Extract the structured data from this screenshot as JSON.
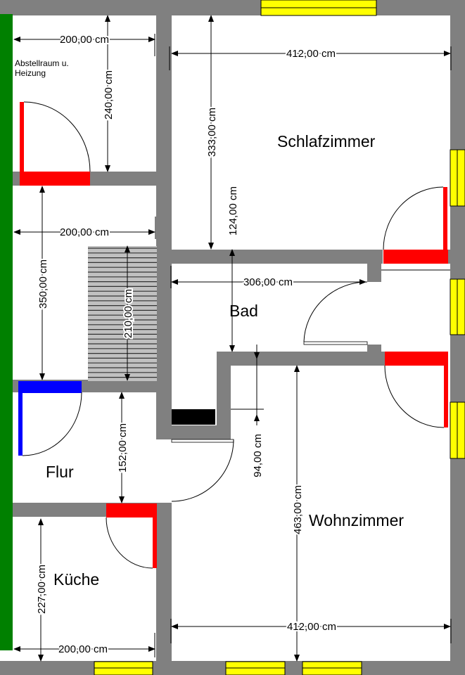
{
  "colors": {
    "wall": "#808080",
    "exterior_wall": "#008000",
    "door": "#ff0000",
    "front_door": "#0000ff",
    "window": "#ffff00",
    "stairs": "#c0c0c0",
    "chimney": "#000000"
  },
  "rooms": {
    "abstellraum_line1": "Abstellraum u.",
    "abstellraum_line2": "Heizung",
    "schlafzimmer": "Schlafzimmer",
    "bad": "Bad",
    "flur": "Flur",
    "kueche": "Küche",
    "wohnzimmer": "Wohnzimmer"
  },
  "dimensions": {
    "abstell_width": "200,00 cm",
    "abstell_height": "240,00 cm",
    "schlaf_width": "412,00 cm",
    "schlaf_height": "333,00 cm",
    "bad_offset": "124,00 cm",
    "bad_width": "306,00 cm",
    "flur_width": "200,00 cm",
    "flur_height": "350,00 cm",
    "stairs_length": "210,00 cm",
    "flur_lower": "152,00 cm",
    "wall_offset": "94,00 cm",
    "wohn_height": "463,00 cm",
    "wohn_width": "412,00 cm",
    "kueche_height": "227,00 cm",
    "kueche_width": "200,00 cm"
  }
}
